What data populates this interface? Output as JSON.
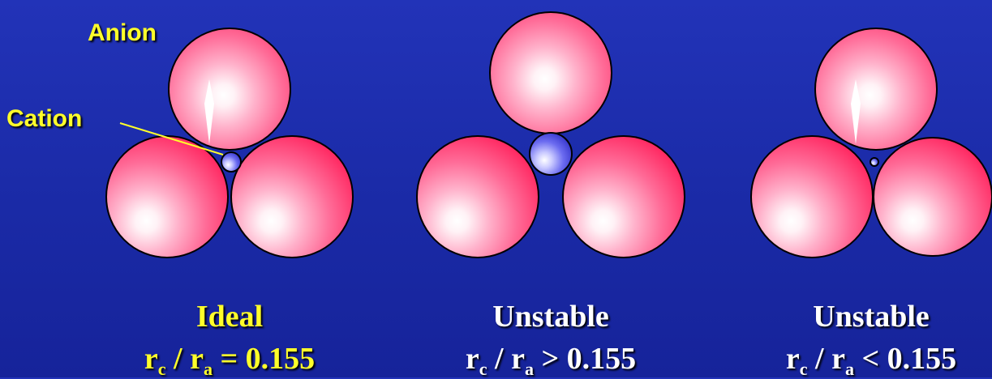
{
  "labels": {
    "anion": "Anion",
    "cation": "Cation"
  },
  "panels": [
    {
      "title": "Ideal",
      "r1": "r",
      "s1": "c",
      "sep": " / ",
      "r2": "r",
      "s2": "a",
      "relation": " = 0.155",
      "title_color": "#ffff2a"
    },
    {
      "title": "Unstable",
      "r1": "r",
      "s1": "c",
      "sep": " / ",
      "r2": "r",
      "s2": "a",
      "relation": " > 0.155",
      "title_color": "#ffffff"
    },
    {
      "title": "Unstable",
      "r1": "r",
      "s1": "c",
      "sep": " / ",
      "r2": "r",
      "s2": "a",
      "relation": " < 0.155",
      "title_color": "#ffffff"
    }
  ],
  "colors": {
    "anion": "#ff2f6e",
    "cation": "#3a3ad6",
    "label": "#ffff2a",
    "background": "#1f2fb0"
  }
}
